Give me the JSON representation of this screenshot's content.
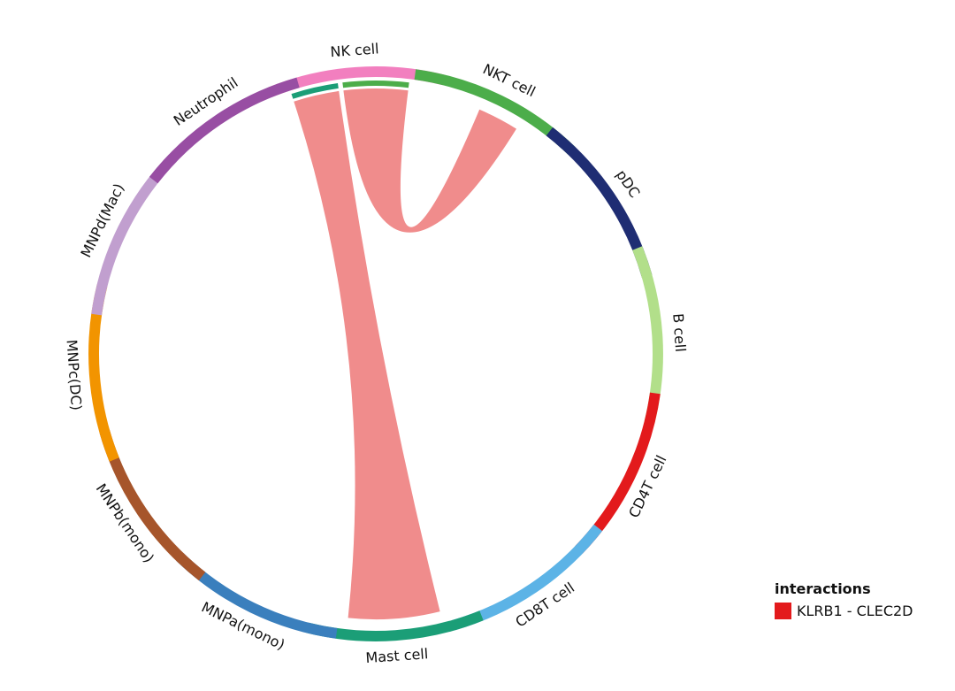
{
  "sectors": [
    {
      "name": "NK cell",
      "color": "#f27fbf"
    },
    {
      "name": "NKT cell",
      "color": "#4cad4a"
    },
    {
      "name": "pDC",
      "color": "#1f2d73"
    },
    {
      "name": "B cell",
      "color": "#b2df8a"
    },
    {
      "name": "CD4T cell",
      "color": "#e31a1c"
    },
    {
      "name": "CD8T cell",
      "color": "#5cb3e6"
    },
    {
      "name": "Mast cell",
      "color": "#1b9e77"
    },
    {
      "name": "MNPa(mono)",
      "color": "#3a7fbd"
    },
    {
      "name": "MNPb(mono)",
      "color": "#a6552b"
    },
    {
      "name": "MNPc(DC)",
      "color": "#f29400"
    },
    {
      "name": "MNPd(Mac)",
      "color": "#c19fcf"
    },
    {
      "name": "Neutrophil",
      "color": "#984ea3"
    }
  ],
  "links": [
    {
      "from": "Mast cell",
      "to": "NK cell",
      "interaction": "KLRB1 - CLEC2D"
    },
    {
      "from": "NKT cell",
      "to": "NK cell",
      "interaction": "KLRB1 - CLEC2D"
    }
  ],
  "link_color": "#f08c8c",
  "legend": {
    "title": "interactions",
    "items": [
      {
        "label": "KLRB1 - CLEC2D",
        "color": "#e31a1c"
      }
    ]
  }
}
